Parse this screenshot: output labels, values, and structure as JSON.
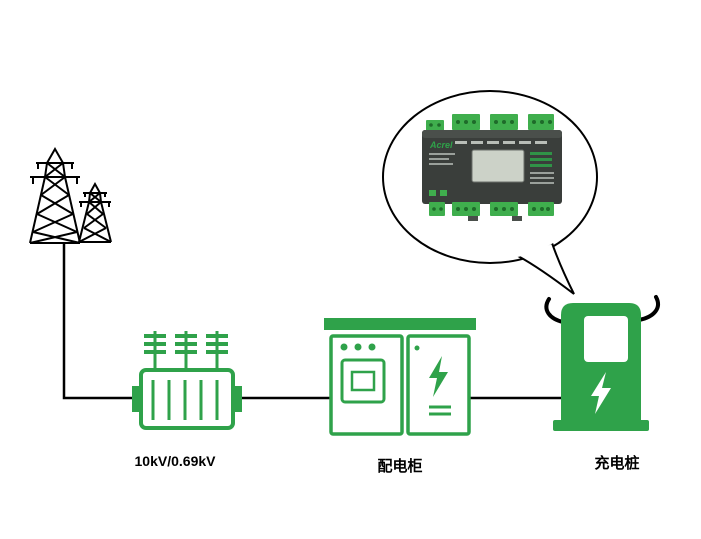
{
  "colors": {
    "green": "#2fa24a",
    "device_body": "#3a3e3b",
    "device_panel_top": "#4a4f4b",
    "device_terminal": "#3fae4d",
    "terminal_dark": "#1e6b2a",
    "lcd": "#ccd2c8",
    "line_black": "#000000"
  },
  "labels": {
    "transformer": "10kV/0.69kV",
    "cabinet": "配电柜",
    "charger": "充电桩"
  },
  "device": {
    "brand": "Acrel"
  }
}
